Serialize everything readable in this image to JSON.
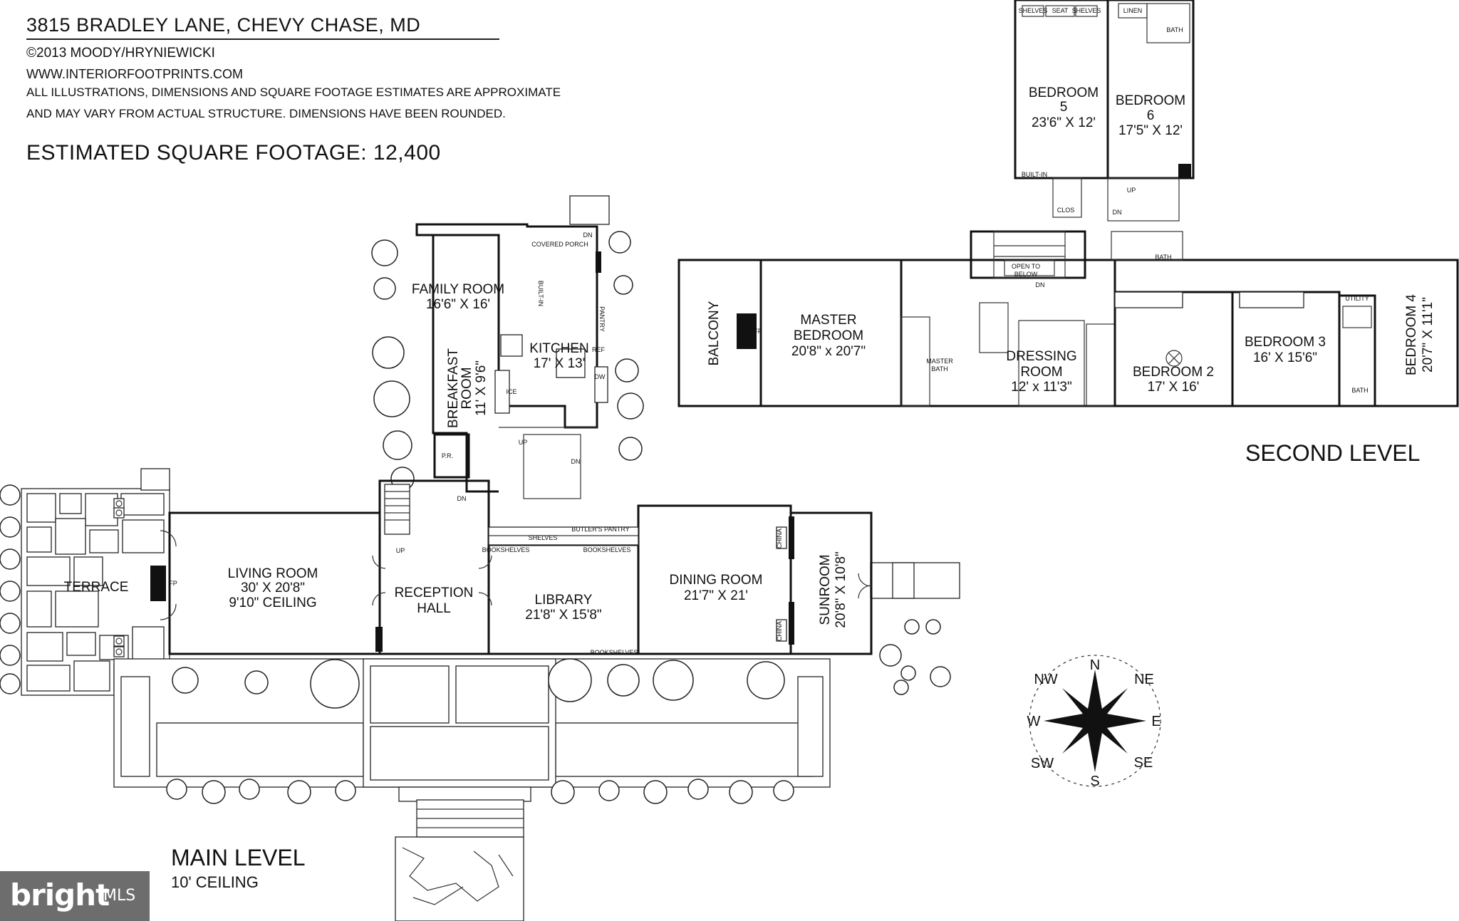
{
  "header": {
    "address": "3815 BRADLEY LANE, CHEVY CHASE, MD",
    "copyright": "©2013 MOODY/HRYNIEWICKI",
    "website": "WWW.INTERIORFOOTPRINTS.COM",
    "disclaimer_line1": "ALL ILLUSTRATIONS, DIMENSIONS AND SQUARE FOOTAGE ESTIMATES ARE APPROXIMATE",
    "disclaimer_line2": "AND MAY VARY FROM ACTUAL STRUCTURE. DIMENSIONS HAVE BEEN ROUNDED.",
    "sqft": "ESTIMATED SQUARE FOOTAGE: 12,400"
  },
  "main_level": {
    "title": "MAIN LEVEL",
    "subtitle": "10' CEILING",
    "rooms": {
      "terrace": "TERRACE",
      "living_name": "LIVING ROOM",
      "living_dim": "30' X 20'8\"",
      "living_ceiling": "9'10\" CEILING",
      "reception_l1": "RECEPTION",
      "reception_l2": "HALL",
      "library_name": "LIBRARY",
      "library_dim": "21'8\" X 15'8\"",
      "dining_name": "DINING ROOM",
      "dining_dim": "21'7\" X 21'",
      "sunroom_name": "SUNROOM",
      "sunroom_dim": "20'8\" X 10'8\"",
      "family_name": "FAMILY ROOM",
      "family_dim": "16'6\" X 16'",
      "kitchen_name": "KITCHEN",
      "kitchen_dim": "17' X 13'",
      "breakfast_l1": "BREAKFAST",
      "breakfast_l2": "ROOM",
      "breakfast_dim": "11' X 9'6\""
    },
    "small": {
      "covered_porch": "COVERED PORCH",
      "butlers_pantry": "BUTLER'S PANTRY",
      "bookshelves": "BOOKSHELVES",
      "shelves": "SHELVES",
      "built_in": "BUILT-IN",
      "pantry": "PANTRY",
      "ref": "REF",
      "dw": "DW",
      "ice": "ICE",
      "pr": "P.R.",
      "up": "UP",
      "dn": "DN",
      "fp": "FP",
      "china": "CHINA"
    }
  },
  "second_level": {
    "title": "SECOND LEVEL",
    "rooms": {
      "balcony": "BALCONY",
      "master_l1": "MASTER",
      "master_l2": "BEDROOM",
      "master_dim": "20'8\" x 20'7\"",
      "dressing_l1": "DRESSING",
      "dressing_l2": "ROOM",
      "dressing_dim": "12' x 11'3\"",
      "bed2_name": "BEDROOM 2",
      "bed2_dim": "17' X 16'",
      "bed3_name": "BEDROOM 3",
      "bed3_dim": "16' X 15'6\"",
      "bed4_name": "BEDROOM 4",
      "bed4_dim": "20'7\" X 11'1\"",
      "bed5_l1": "BEDROOM",
      "bed5_l2": "5",
      "bed5_dim": "23'6\" X 12'",
      "bed6_l1": "BEDROOM",
      "bed6_l2": "6",
      "bed6_dim": "17'5\" X 12'"
    },
    "small": {
      "master_bath_l1": "MASTER",
      "master_bath_l2": "BATH",
      "open_to_l1": "OPEN TO",
      "open_to_l2": "BELOW",
      "bath": "BATH",
      "clos": "CLOS",
      "linen": "LINEN",
      "utility": "UTILITY",
      "shelves": "SHELVES",
      "seat": "SEAT",
      "built_in": "BUILT-IN",
      "up": "UP",
      "dn": "DN",
      "fp": "FP"
    }
  },
  "compass": {
    "n": "N",
    "ne": "NE",
    "e": "E",
    "se": "SE",
    "s": "S",
    "sw": "SW",
    "w": "W",
    "nw": "NW"
  },
  "watermark": {
    "brand": "bright",
    "suffix": "MLS",
    "color": "#6d6d6d"
  }
}
